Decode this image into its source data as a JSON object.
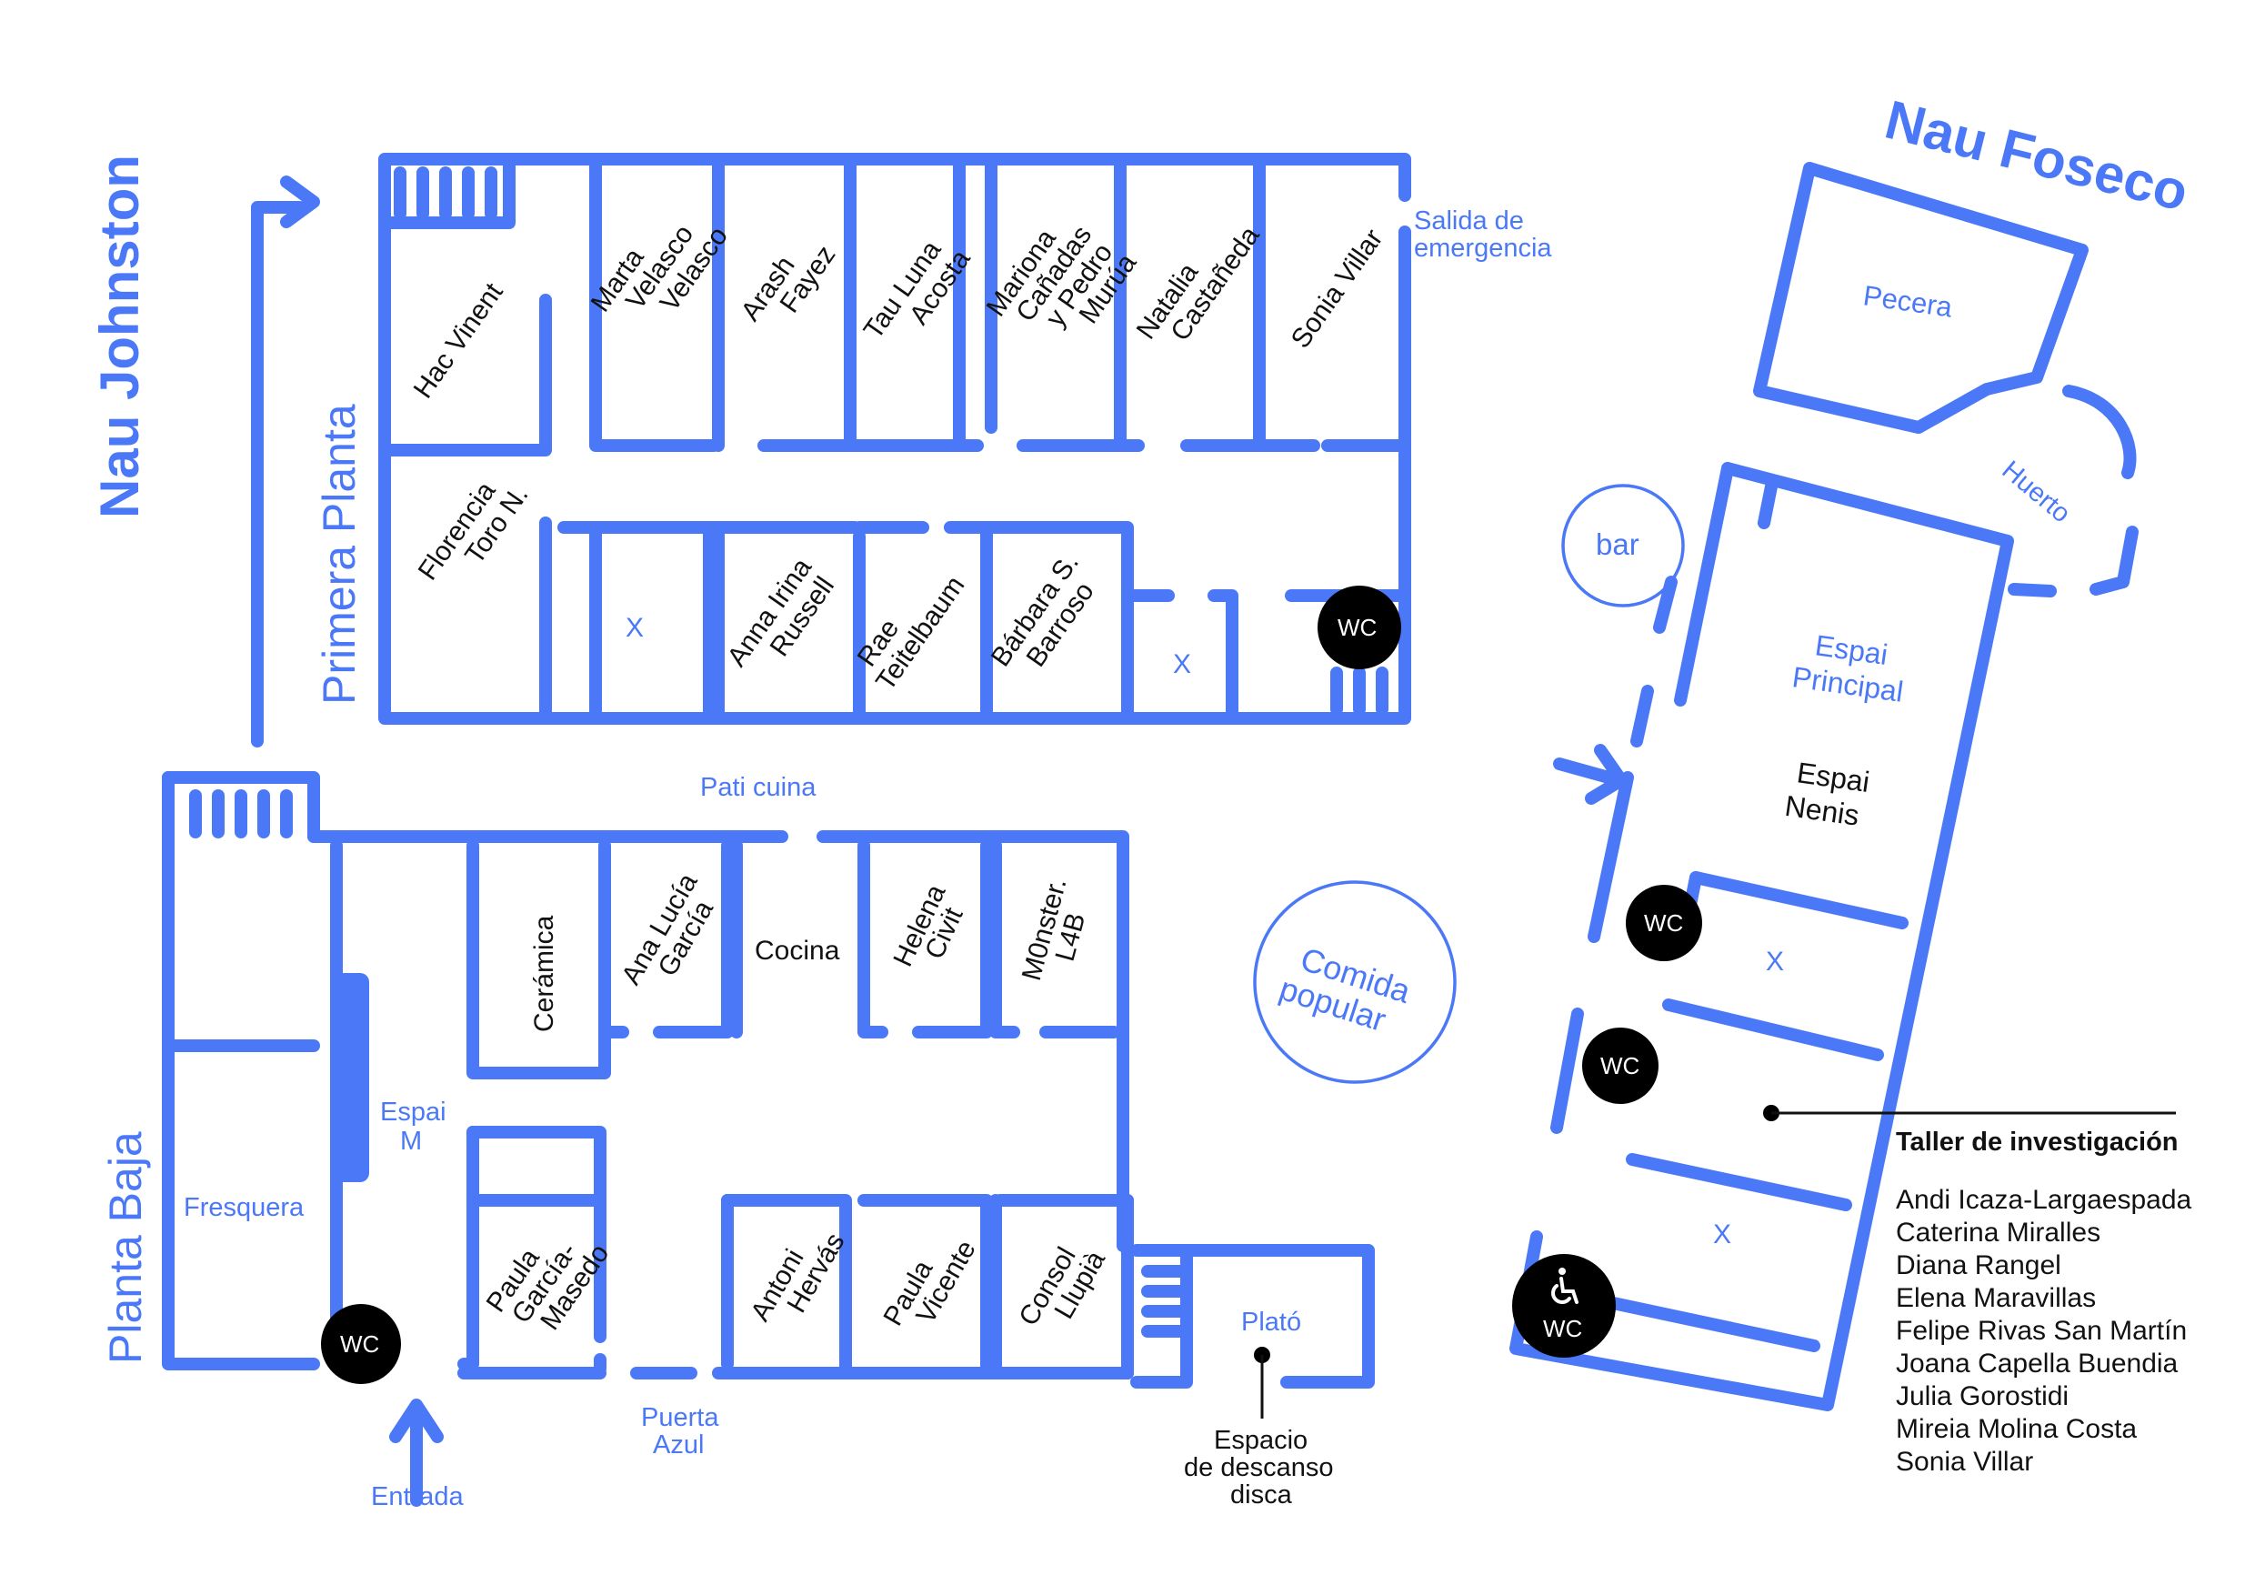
{
  "buildings": {
    "johnston": {
      "title": "Nau Johnston"
    },
    "foseco": {
      "title": "Nau Foseco"
    }
  },
  "floors": {
    "primera": "Primera Planta",
    "baja": "Planta Baja"
  },
  "primera_planta": {
    "top_rooms": [
      "Hac Vinent",
      "Marta\nVelasco\nVelasco",
      "Arash\nFayez",
      "Tau Luna\nAcosta",
      "Mariona\nCañadas\ny Pedro\nMurúa",
      "Natalia\nCastañeda",
      "Sonia Villar"
    ],
    "bottom_rooms": [
      "Florencia\nToro N.",
      "X",
      "Anna Irina\nRussell",
      "Rae\nTeitelbaum",
      "Bárbara S.\nBarroso",
      "X"
    ],
    "exit_label": "Salida de\nemergencia",
    "wc": "WC"
  },
  "planta_baja": {
    "patio": "Pati cuina",
    "top_rooms": [
      "Cerámica",
      "Ana Lucía\nGarcía",
      "Cocina",
      "Helena\nCivit",
      "M0nster.\nL4B"
    ],
    "espai_m": "Espai\nM",
    "fresquera": "Fresquera",
    "bottom_rooms": [
      "Paula\nGarcía-\nMasedo",
      "Antoni\nHervás",
      "Paula\nVicente",
      "Consol\nLlupià"
    ],
    "plato": "Plató",
    "puerta": "Puerta\nAzul",
    "entrada": "Entrada",
    "rest_area": "Espacio\nde descanso\ndisca",
    "wc": "WC"
  },
  "comida": "Comida\npopular",
  "foseco": {
    "pecera": "Pecera",
    "huerto": "Huerto",
    "bar": "bar",
    "principal": "Espai\nPrincipal",
    "nenis": "Espai\nNenis",
    "x1": "X",
    "x2": "X",
    "wc": "WC"
  },
  "legend": {
    "title": "Taller de investigación",
    "names": [
      "Andi Icaza-Largaespada",
      "Caterina Miralles",
      "Diana Rangel",
      "Elena Maravillas",
      "Felipe Rivas San Martín",
      "Joana Capella Buendia",
      "Julia Gorostidi",
      "Mireia Molina Costa",
      "Sonia Villar"
    ]
  },
  "icons": {
    "accessible": "wheelchair-icon"
  },
  "colors": {
    "accent": "#4a78f7",
    "dark": "#000000"
  }
}
